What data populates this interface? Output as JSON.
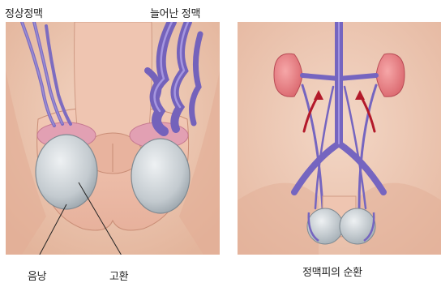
{
  "labels": {
    "normal_vein": "정상정맥",
    "varicose_vein": "늘어난 정맥",
    "scrotum": "음낭",
    "testis": "고환",
    "venous_circulation": "정맥피의 순환"
  },
  "colors": {
    "skin_background": "#e9c3ad",
    "vein_purple": "#7d6cc0",
    "kidney_pink": "#e6787d",
    "testis_grey": "#c8ced2",
    "arrow_red": "#b3192a"
  }
}
